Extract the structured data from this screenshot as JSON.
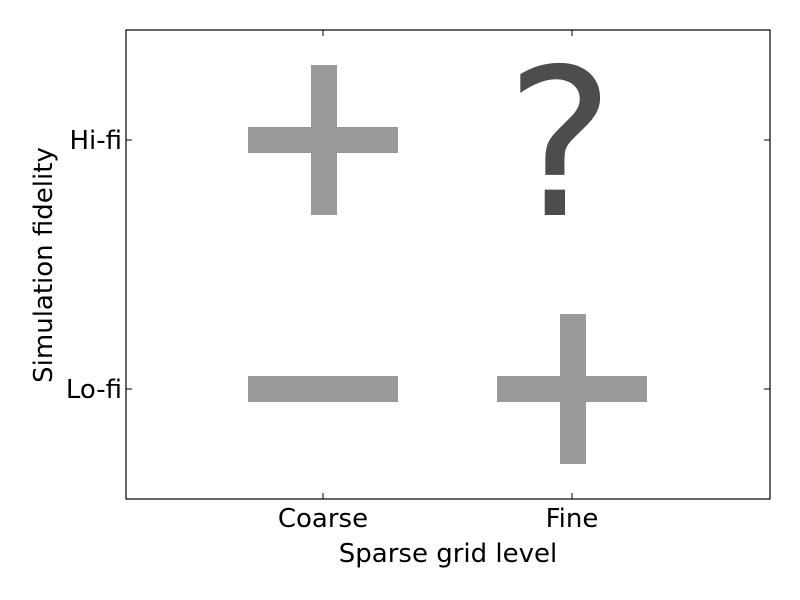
{
  "chart_data": {
    "type": "scatter",
    "title": "",
    "xlabel": "Sparse grid level",
    "ylabel": "Simulation fidelity",
    "x_categories": [
      "Coarse",
      "Fine"
    ],
    "y_categories": [
      "Lo-fi",
      "Hi-fi"
    ],
    "grid": false,
    "points": [
      {
        "x": "Coarse",
        "y": "Hi-fi",
        "symbol": "+",
        "color": "#999999"
      },
      {
        "x": "Fine",
        "y": "Hi-fi",
        "symbol": "?",
        "color": "#4d4d4d"
      },
      {
        "x": "Coarse",
        "y": "Lo-fi",
        "symbol": "−",
        "color": "#999999"
      },
      {
        "x": "Fine",
        "y": "Lo-fi",
        "symbol": "+",
        "color": "#999999"
      }
    ]
  }
}
